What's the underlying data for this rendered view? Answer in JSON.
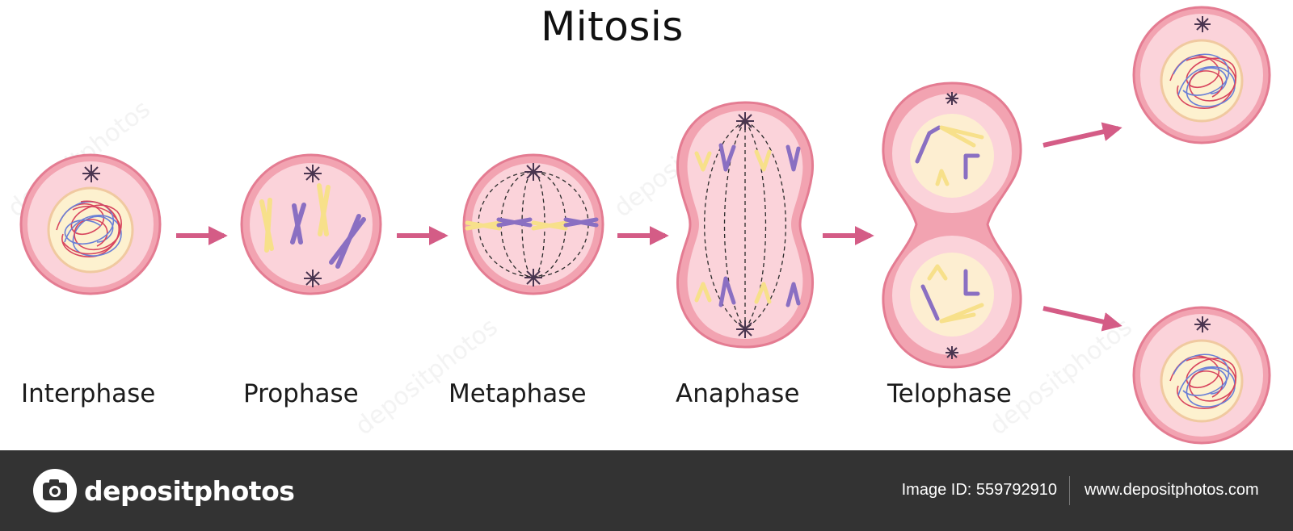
{
  "diagram": {
    "title": "Mitosis",
    "phases": [
      {
        "label": "Interphase"
      },
      {
        "label": "Prophase"
      },
      {
        "label": "Metaphase"
      },
      {
        "label": "Anaphase"
      },
      {
        "label": "Telophase"
      }
    ],
    "colors": {
      "cell_outer": "#f2a3b1",
      "cell_inner": "#fbd3da",
      "cell_border": "#e47c92",
      "nucleus": "#fdf1cf",
      "centrosome": "#4a3550",
      "chromosome_yellow": "#f7e08a",
      "chromosome_purple": "#8a6fc2",
      "arrow": "#d45c86",
      "chromatin_red": "#d8455e",
      "chromatin_blue": "#6a7fd6"
    }
  },
  "footer": {
    "brand": "depositphotos",
    "image_id": "Image ID: 559792910",
    "site": "www.depositphotos.com"
  },
  "watermark": {
    "text": "depositphotos"
  }
}
